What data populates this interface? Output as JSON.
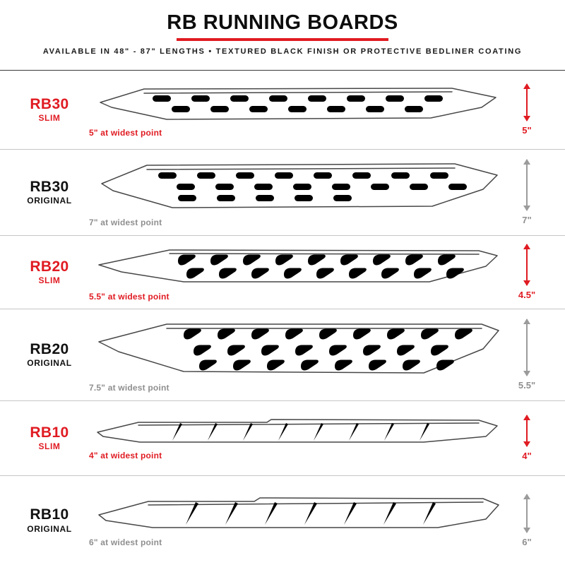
{
  "header": {
    "title": "RB RUNNING BOARDS",
    "subtitle": "AVAILABLE IN 48\" - 87\" LENGTHS   •   TEXTURED BLACK FINISH OR PROTECTIVE BEDLINER COATING"
  },
  "colors": {
    "accent_red": "#e01b22",
    "muted_gray": "#8f8f8f",
    "line_gray": "#c6c6c6",
    "drawing_stroke": "#474747"
  },
  "rows": [
    {
      "model": "RB30",
      "variant": "SLIM",
      "width_note": "5\" at widest point",
      "height_label": "5\""
    },
    {
      "model": "RB30",
      "variant": "ORIGINAL",
      "width_note": "7\" at widest point",
      "height_label": "7\""
    },
    {
      "model": "RB20",
      "variant": "SLIM",
      "width_note": "5.5\" at widest point",
      "height_label": "4.5\""
    },
    {
      "model": "RB20",
      "variant": "ORIGINAL",
      "width_note": "7.5\" at widest point",
      "height_label": "5.5\""
    },
    {
      "model": "RB10",
      "variant": "SLIM",
      "width_note": "4\" at widest point",
      "height_label": "4\""
    },
    {
      "model": "RB10",
      "variant": "ORIGINAL",
      "width_note": "6\" at widest point",
      "height_label": "6\""
    }
  ]
}
